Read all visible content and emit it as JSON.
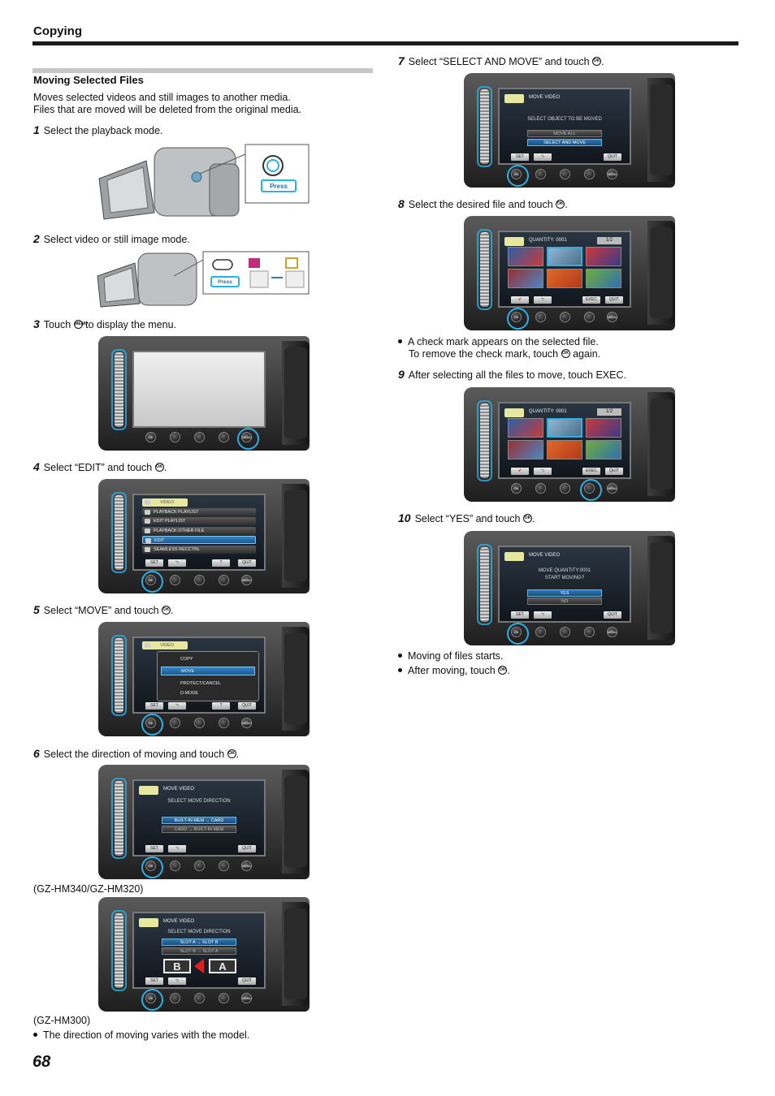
{
  "header": {
    "title": "Copying"
  },
  "section": {
    "title": "Moving Selected Files",
    "intro_1": "Moves selected videos and still images to another media.",
    "intro_2": "Files that are moved will be deleted from the original media."
  },
  "steps": {
    "s1": {
      "num": "1",
      "text": "Select the playback mode."
    },
    "s2": {
      "num": "2",
      "text": "Select video or still image mode."
    },
    "s3": {
      "num": "3",
      "text_a": "Touch",
      "text_b": "to display the menu."
    },
    "s4": {
      "num": "4",
      "text_a": "Select “EDIT” and touch",
      "text_b": "."
    },
    "s5": {
      "num": "5",
      "text_a": "Select “MOVE” and touch",
      "text_b": "."
    },
    "s6": {
      "num": "6",
      "text_a": "Select the direction of moving and touch",
      "text_b": "."
    },
    "s7": {
      "num": "7",
      "text_a": "Select “SELECT AND MOVE” and touch",
      "text_b": "."
    },
    "s8": {
      "num": "8",
      "text_a": "Select the desired file and touch",
      "text_b": "."
    },
    "s9": {
      "num": "9",
      "text": "After selecting all the files to move, touch EXEC."
    },
    "s10": {
      "num": "10",
      "text_a": "Select “YES” and touch",
      "text_b": "."
    }
  },
  "notes": {
    "s8_bullet_1": "A check mark appears on the selected file.",
    "s8_bullet_2a": "To remove the check mark, touch",
    "s8_bullet_2b": "again.",
    "s10_bullet_1": "Moving of files starts.",
    "s10_bullet_2a": "After moving, touch",
    "s10_bullet_2b": ".",
    "model_a": "(GZ-HM340/GZ-HM320)",
    "model_b": "(GZ-HM300)",
    "model_bullet": "The direction of moving varies with the model."
  },
  "glyphs": {
    "ok": "OK",
    "menu": "MENU"
  },
  "screens": {
    "press": "Press",
    "set": "SET",
    "quit": "QUIT",
    "exec": "EXEC",
    "question": "?",
    "video_tab": "VIDEO",
    "menu_items": [
      "PLAYBACK PLAYLIST",
      "EDIT PLAYLIST",
      "PLAYBACK OTHER FILE",
      "EDIT",
      "SEAMLESS RECCTRL"
    ],
    "edit_items": [
      "COPY",
      "MOVE",
      "PROTECT/CANCEL",
      "D.MODE"
    ],
    "move_video": "MOVE VIDEO",
    "select_dir": "SELECT MOVE DIRECTION",
    "dir_a1": "BUILT-IN MEM → CARD",
    "dir_a2": "CARD → BUILT-IN MEM",
    "dir_b1": "SLOT A → SLOT B",
    "dir_b2": "SLOT B → SLOT A",
    "slot_b": "B",
    "slot_a": "A",
    "select_obj": "SELECT OBJECT TO BE MOVED",
    "move_all": "MOVE ALL",
    "select_and_move": "SELECT AND MOVE",
    "quantity": "QUANTITY: 0001",
    "page": "1/2",
    "confirm_1": "MOVE QUANTITY:0001",
    "confirm_2": "START MOVING?",
    "yes": "YES",
    "no": "NO"
  },
  "page_number": "68"
}
